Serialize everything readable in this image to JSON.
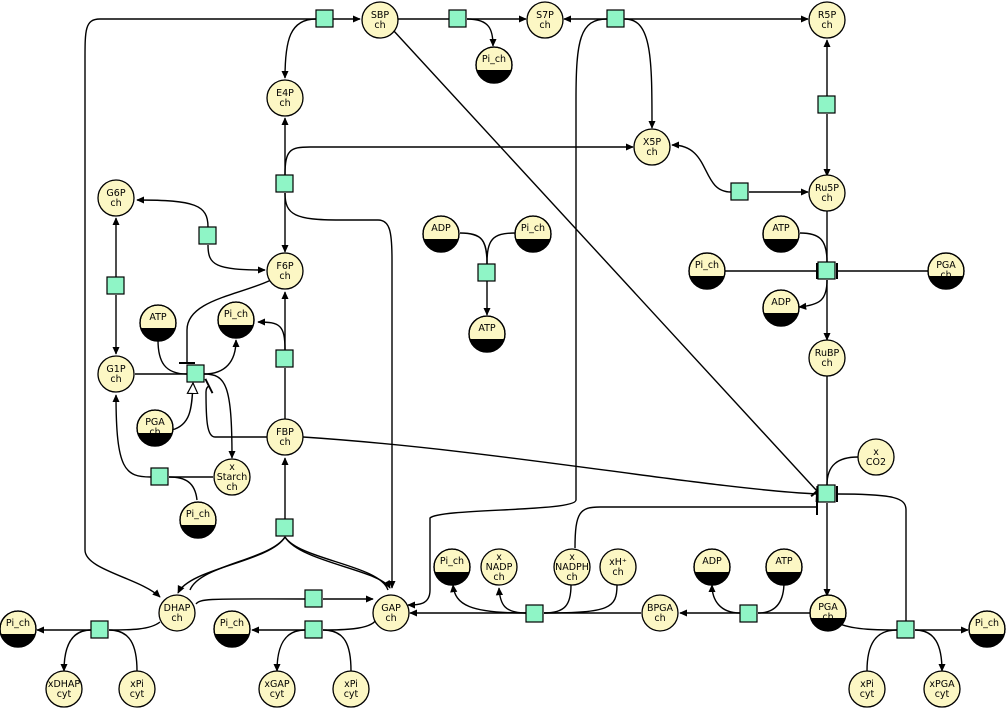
{
  "colors": {
    "metabolite_fill": "#fcf7c4",
    "process_fill": "#8ff5c6",
    "stroke": "#000000",
    "background": "#ffffff"
  },
  "metabolites": [
    {
      "id": "sbp",
      "lines": [
        "SBP",
        "ch"
      ]
    },
    {
      "id": "s7p",
      "lines": [
        "S7P",
        "ch"
      ]
    },
    {
      "id": "r5p",
      "lines": [
        "R5P",
        "ch"
      ]
    },
    {
      "id": "e4p",
      "lines": [
        "E4P",
        "ch"
      ]
    },
    {
      "id": "pich_top",
      "lines": [
        "Pi_ch"
      ],
      "cloned": true
    },
    {
      "id": "x5p",
      "lines": [
        "X5P",
        "ch"
      ]
    },
    {
      "id": "g6p",
      "lines": [
        "G6P",
        "ch"
      ]
    },
    {
      "id": "ru5p",
      "lines": [
        "Ru5P",
        "ch"
      ]
    },
    {
      "id": "adp_mid",
      "lines": [
        "ADP"
      ],
      "cloned": true
    },
    {
      "id": "pich_mid",
      "lines": [
        "Pi_ch"
      ],
      "cloned": true
    },
    {
      "id": "atp_r",
      "lines": [
        "ATP"
      ],
      "cloned": true
    },
    {
      "id": "f6p",
      "lines": [
        "F6P",
        "ch"
      ]
    },
    {
      "id": "atp_mid",
      "lines": [
        "ATP"
      ],
      "cloned": true
    },
    {
      "id": "pich_r",
      "lines": [
        "Pi_ch"
      ],
      "cloned": true
    },
    {
      "id": "pga_r",
      "lines": [
        "PGA",
        "ch"
      ],
      "cloned": true
    },
    {
      "id": "adp_r",
      "lines": [
        "ADP"
      ],
      "cloned": true
    },
    {
      "id": "atp_l",
      "lines": [
        "ATP"
      ],
      "cloned": true
    },
    {
      "id": "pich_l",
      "lines": [
        "Pi_ch"
      ],
      "cloned": true
    },
    {
      "id": "rubp",
      "lines": [
        "RuBP",
        "ch"
      ]
    },
    {
      "id": "g1p",
      "lines": [
        "G1P",
        "ch"
      ]
    },
    {
      "id": "pga_l",
      "lines": [
        "PGA",
        "ch"
      ],
      "cloned": true
    },
    {
      "id": "fbp",
      "lines": [
        "FBP",
        "ch"
      ]
    },
    {
      "id": "co2",
      "lines": [
        "x",
        "CO2"
      ]
    },
    {
      "id": "starch",
      "lines": [
        "x",
        "Starch",
        "ch"
      ]
    },
    {
      "id": "pich_st",
      "lines": [
        "Pi_ch"
      ],
      "cloned": true
    },
    {
      "id": "pich_b1",
      "lines": [
        "Pi_ch"
      ],
      "cloned": true
    },
    {
      "id": "nadp",
      "lines": [
        "x",
        "NADP",
        "ch"
      ]
    },
    {
      "id": "nadph",
      "lines": [
        "x",
        "NADPH",
        "ch"
      ]
    },
    {
      "id": "hplus",
      "lines": [
        "xH⁺",
        "ch"
      ]
    },
    {
      "id": "adp_b",
      "lines": [
        "ADP"
      ],
      "cloned": true
    },
    {
      "id": "atp_b",
      "lines": [
        "ATP"
      ],
      "cloned": true
    },
    {
      "id": "dhap",
      "lines": [
        "DHAP",
        "ch"
      ]
    },
    {
      "id": "gap",
      "lines": [
        "GAP",
        "ch"
      ]
    },
    {
      "id": "bpga",
      "lines": [
        "BPGA",
        "ch"
      ]
    },
    {
      "id": "pga_ch",
      "lines": [
        "PGA",
        "ch"
      ],
      "cloned": true
    },
    {
      "id": "pich_fl",
      "lines": [
        "Pi_ch"
      ],
      "cloned": true
    },
    {
      "id": "pich_b2",
      "lines": [
        "Pi_ch"
      ],
      "cloned": true
    },
    {
      "id": "pich_fr",
      "lines": [
        "Pi_ch"
      ],
      "cloned": true
    },
    {
      "id": "xdhap",
      "lines": [
        "xDHAP",
        "cyt"
      ]
    },
    {
      "id": "xpi_1",
      "lines": [
        "xPi",
        "cyt"
      ]
    },
    {
      "id": "xgap",
      "lines": [
        "xGAP",
        "cyt"
      ]
    },
    {
      "id": "xpi_2",
      "lines": [
        "xPi",
        "cyt"
      ]
    },
    {
      "id": "xpi_3",
      "lines": [
        "xPi",
        "cyt"
      ]
    },
    {
      "id": "xpga",
      "lines": [
        "xPGA",
        "cyt"
      ]
    }
  ]
}
